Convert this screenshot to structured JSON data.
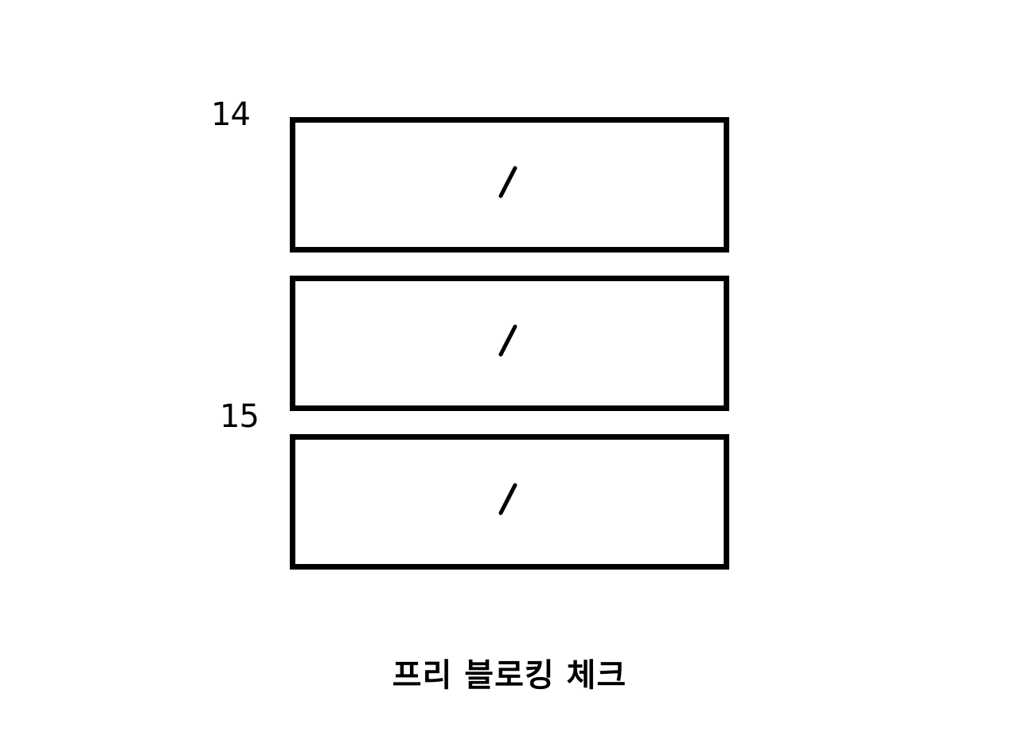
{
  "labels": {
    "top_number": "14",
    "middle_number": "15"
  },
  "blocks": [
    {
      "mark": "slash"
    },
    {
      "mark": "slash"
    },
    {
      "mark": "slash"
    }
  ],
  "caption": "프리 블로킹 체크",
  "colors": {
    "stroke": "#000000",
    "background": "#ffffff"
  }
}
